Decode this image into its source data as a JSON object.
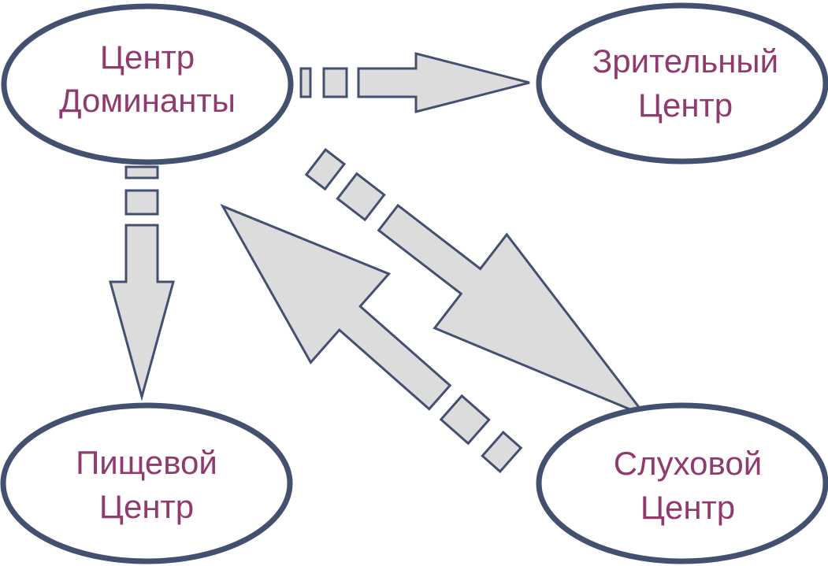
{
  "colors": {
    "node_outline": "#44506f",
    "node_fill": "#ffffff",
    "text": "#913a6e",
    "arrow_fill": "#dcdcdc",
    "arrow_outline": "#44506f"
  },
  "nodes": [
    {
      "id": "dominant",
      "lines": [
        "Центр",
        "Доминанты"
      ]
    },
    {
      "id": "visual",
      "lines": [
        "Зрительный",
        "Центр"
      ]
    },
    {
      "id": "food",
      "lines": [
        "Пищевой",
        "Центр"
      ]
    },
    {
      "id": "auditory",
      "lines": [
        "Слуховой",
        "Центр"
      ]
    }
  ],
  "edges": [
    {
      "from": "dominant",
      "to": "visual"
    },
    {
      "from": "dominant",
      "to": "food"
    },
    {
      "from": "dominant",
      "to": "auditory"
    },
    {
      "from": "auditory",
      "to": "dominant"
    }
  ]
}
